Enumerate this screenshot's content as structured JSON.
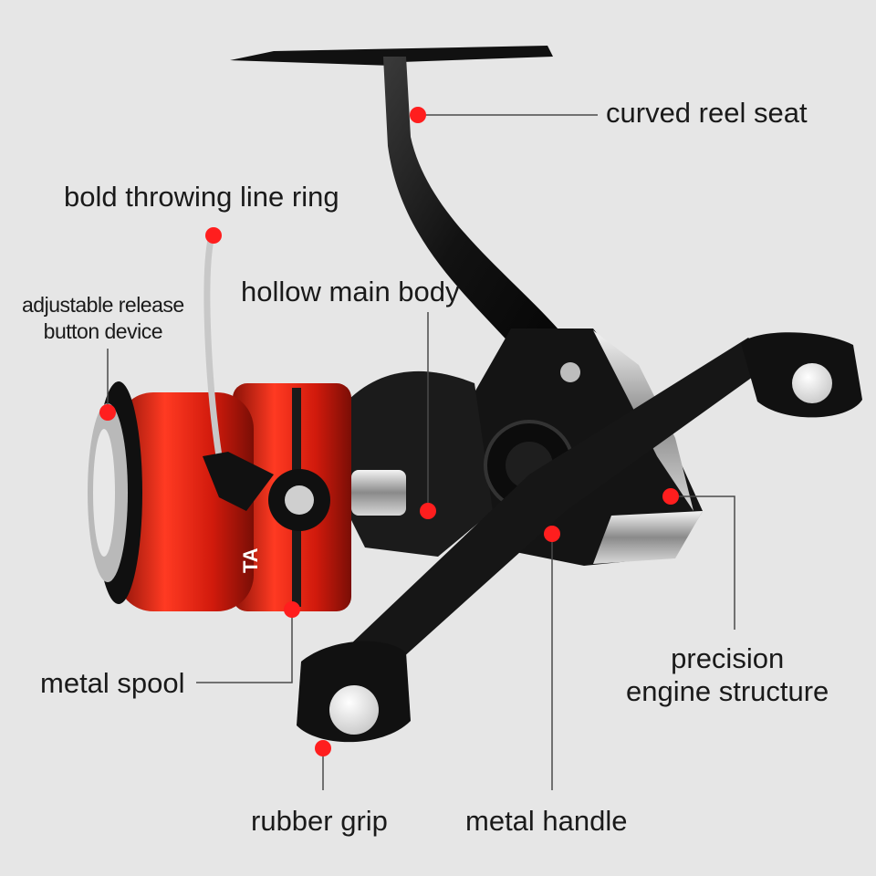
{
  "colors": {
    "background": "#e6e6e6",
    "marker": "#ff1e1e",
    "leader_line": "#4a4a4a",
    "spool_red": "#e0200f",
    "body_black": "#161616"
  },
  "callouts": {
    "curved_reel_seat": "curved reel seat",
    "bold_throwing_line_ring": "bold throwing line ring",
    "adjustable_release_line1": "adjustable release",
    "adjustable_release_line2": "button device",
    "hollow_main_body": "hollow main body",
    "metal_spool": "metal spool",
    "precision_engine_line1": "precision",
    "precision_engine_line2": "engine structure",
    "rubber_grip": "rubber grip",
    "metal_handle": "metal handle"
  },
  "product": {
    "spool_marking": "TA"
  }
}
